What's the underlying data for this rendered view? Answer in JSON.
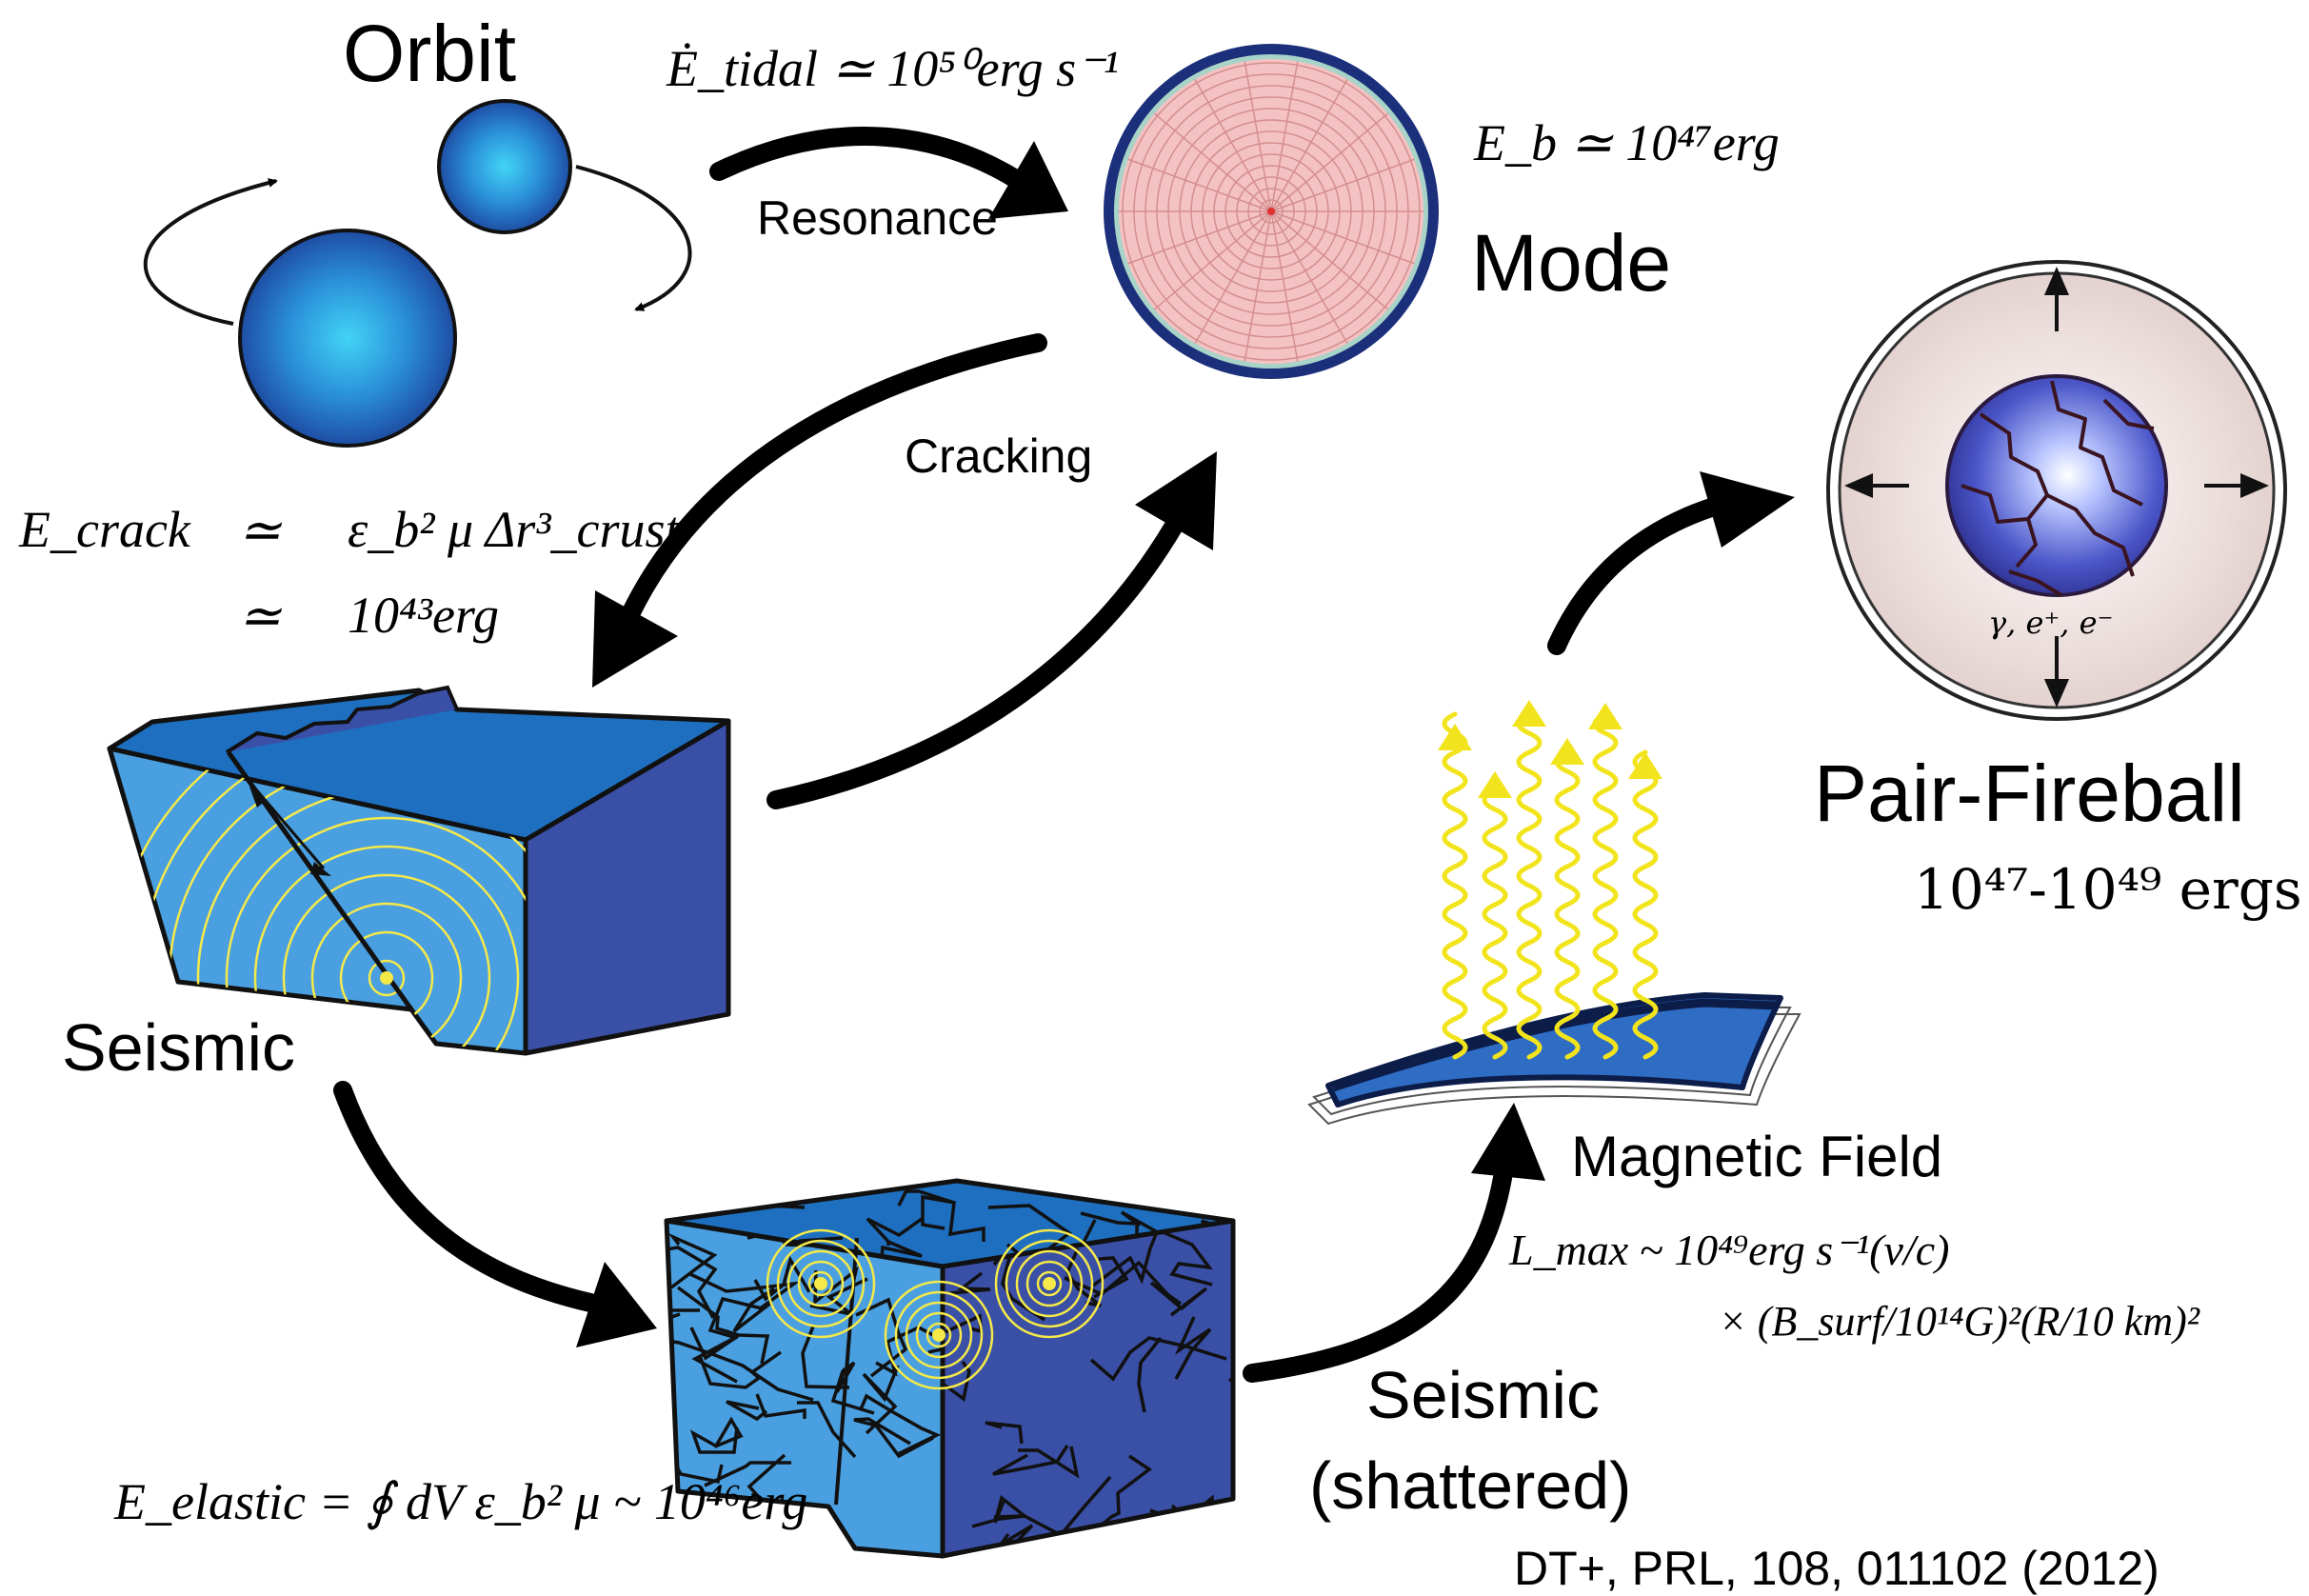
{
  "labels": {
    "orbit": "Orbit",
    "mode": "Mode",
    "resonance": "Resonance",
    "cracking": "Cracking",
    "seismic": "Seismic",
    "seismic_shattered_line1": "Seismic",
    "seismic_shattered_line2": "(shattered)",
    "magnetic_field": "Magnetic Field",
    "pair_fireball": "Pair-Fireball",
    "pair_fireball_energy": "10⁴⁷-10⁴⁹ ergs",
    "fireball_particles": "γ, e⁺, e⁻",
    "citation": "DT+, PRL, 108, 011102 (2012)"
  },
  "equations": {
    "e_tidal": "Ė_tidal ≃ 10⁵⁰erg s⁻¹",
    "e_b": "E_b ≃ 10⁴⁷erg",
    "e_crack_lhs": "E_crack",
    "e_crack_rel1": "≃",
    "e_crack_rhs1": "ε_b² μ Δr³_crust",
    "e_crack_rel2": "≃",
    "e_crack_rhs2": "10⁴³erg",
    "e_elastic": "E_elastic = ∮ dV ε_b² μ ~ 10⁴⁶erg",
    "l_max_line1": "L_max ~ 10⁴⁹erg s⁻¹(v/c)",
    "l_max_line2": "× (B_surf/10¹⁴G)²(R/10 km)²"
  },
  "colors": {
    "star_blue_light": "#3fc6f0",
    "star_blue_dark": "#1a3f8f",
    "mode_fill": "#f4c2c2",
    "mode_rim": "#1b2f7a",
    "block_top": "#1e6fc0",
    "block_front": "#4a9fe0",
    "block_side": "#3a4fa6",
    "wave_yellow": "#f5e94a",
    "fireball_halo": "#ede0dc",
    "arrow": "#000000"
  }
}
